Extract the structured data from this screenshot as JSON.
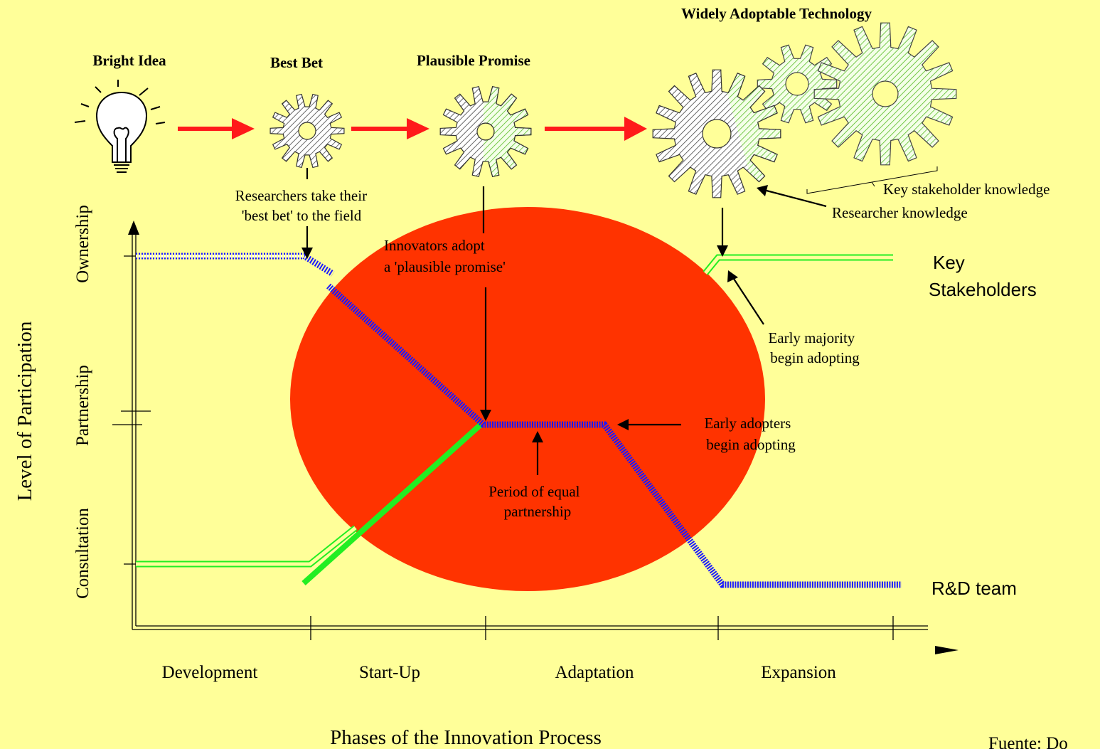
{
  "stages": {
    "bright_idea": "Bright Idea",
    "best_bet": "Best Bet",
    "plausible_promise": "Plausible Promise",
    "widely_adoptable": "Widely Adoptable Technology"
  },
  "annotations": {
    "researchers_line1": "Researchers take their",
    "researchers_line2": "'best bet' to the field",
    "innovators_line1": "Innovators adopt",
    "innovators_line2": "a 'plausible promise'",
    "period_line1": "Period of  equal",
    "period_line2": "partnership",
    "early_adopters_line1": "Early adopters",
    "early_adopters_line2": "begin adopting",
    "early_majority_line1": "Early majority",
    "early_majority_line2": "begin adopting",
    "key_stakeholder_knowledge": "Key stakeholder knowledge",
    "researcher_knowledge": "Researcher knowledge"
  },
  "series_labels": {
    "key_line1": "Key",
    "key_line2": "Stakeholders",
    "rd_team": "R&D team"
  },
  "y_axis": {
    "title": "Level of Participation",
    "levels": [
      "Consultation",
      "Partnership",
      "Ownership"
    ]
  },
  "x_axis": {
    "title": "Phases of the Innovation Process",
    "phases": [
      "Development",
      "Start-Up",
      "Adaptation",
      "Expansion"
    ]
  },
  "source": "Fuente: Do",
  "colors": {
    "background": "#ffff99",
    "circle": "#ff3300",
    "rd_team_line": "#1a1aff",
    "stakeholder_line": "#22ee22",
    "stage_arrow": "#ff1a1a",
    "gear_researcher": "#555555",
    "gear_stakeholder": "#66cc33"
  }
}
